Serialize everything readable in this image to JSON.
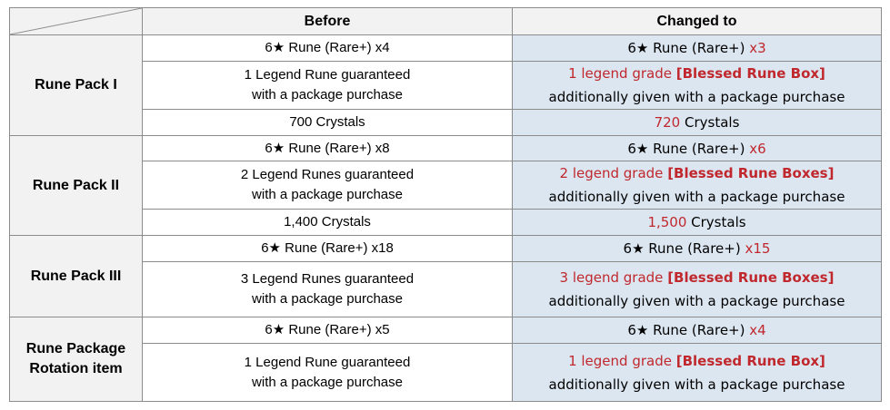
{
  "header": {
    "before": "Before",
    "changed": "Changed to"
  },
  "packs": [
    {
      "name": "Rune Pack I",
      "rune_before": "6★ Rune (Rare+) x4",
      "rune_after_prefix": "6★ Rune (Rare+) ",
      "rune_after_qty": "x3",
      "legend_before_line1": "1 Legend Rune guaranteed",
      "legend_before_line2": "with a package purchase",
      "legend_after_red": "1 legend grade ",
      "legend_after_box": "[Blessed Rune Box]",
      "legend_after_line2": "additionally given with a package purchase",
      "crystals_before": "700 Crystals",
      "crystals_after_num": "720",
      "crystals_after_unit": " Crystals"
    },
    {
      "name": "Rune Pack II",
      "rune_before": "6★ Rune (Rare+) x8",
      "rune_after_prefix": "6★ Rune (Rare+) ",
      "rune_after_qty": "x6",
      "legend_before_line1": "2 Legend Runes guaranteed",
      "legend_before_line2": "with a package purchase",
      "legend_after_red": "2 legend grade ",
      "legend_after_box": "[Blessed Rune Boxes]",
      "legend_after_line2": "additionally given with a package purchase",
      "crystals_before": "1,400 Crystals",
      "crystals_after_num": "1,500",
      "crystals_after_unit": " Crystals"
    },
    {
      "name": "Rune Pack III",
      "rune_before": "6★ Rune (Rare+) x18",
      "rune_after_prefix": "6★ Rune (Rare+) ",
      "rune_after_qty": "x15",
      "legend_before_line1": "3 Legend Runes guaranteed",
      "legend_before_line2": "with a package purchase",
      "legend_after_red": "3 legend grade ",
      "legend_after_box": "[Blessed Rune Boxes]",
      "legend_after_line2": "additionally given with a package purchase"
    },
    {
      "name_line1": "Rune Package",
      "name_line2": "Rotation item",
      "rune_before": "6★ Rune (Rare+) x5",
      "rune_after_prefix": "6★ Rune (Rare+) ",
      "rune_after_qty": "x4",
      "legend_before_line1": "1 Legend Rune guaranteed",
      "legend_before_line2": "with a package purchase",
      "legend_after_red": "1 legend grade ",
      "legend_after_box": "[Blessed Rune Box]",
      "legend_after_line2": "additionally given with a package purchase"
    }
  ],
  "colors": {
    "highlight": "#c0282d",
    "changed_bg": "#dce6f1",
    "label_bg": "#f2f2f2",
    "border": "#8c8c8c"
  }
}
